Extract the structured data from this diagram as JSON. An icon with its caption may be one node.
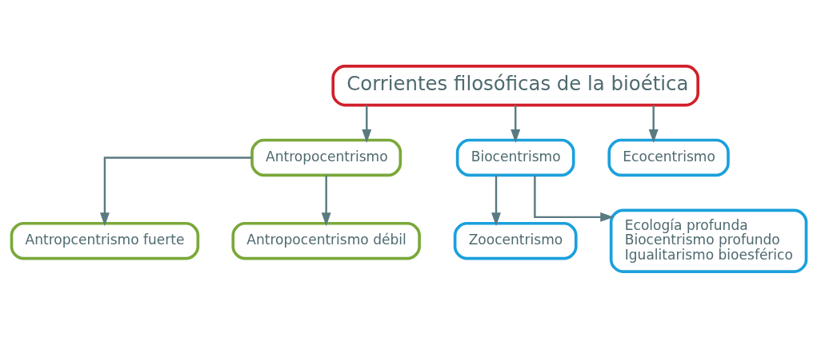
{
  "diagram": {
    "nodes": [
      {
        "text": [
          "Corrientes filosóficas de la bioética"
        ]
      },
      {
        "text": [
          "Antropocentrismo"
        ]
      },
      {
        "text": [
          "Biocentrismo"
        ]
      },
      {
        "text": [
          "Ecocentrismo"
        ]
      },
      {
        "text": [
          "Antropcentrismo fuerte"
        ]
      },
      {
        "text": [
          "Antropocentrismo débil"
        ]
      },
      {
        "text": [
          "Zoocentrismo"
        ]
      },
      {
        "text": [
          "Ecología profunda",
          "Biocentrismo profundo",
          "Igualitarismo bioesférico"
        ]
      }
    ],
    "edges": [
      {
        "from": 0,
        "to": 1,
        "arrow": "to"
      },
      {
        "from": 0,
        "to": 2,
        "arrow": "to"
      },
      {
        "from": 0,
        "to": 3,
        "arrow": "to"
      },
      {
        "from": 1,
        "to": 4,
        "arrow": "to"
      },
      {
        "from": 1,
        "to": 5,
        "arrow": "to"
      },
      {
        "from": 2,
        "to": 6,
        "arrow": "to"
      },
      {
        "from": 2,
        "to": 7,
        "arrow": "to"
      }
    ]
  }
}
